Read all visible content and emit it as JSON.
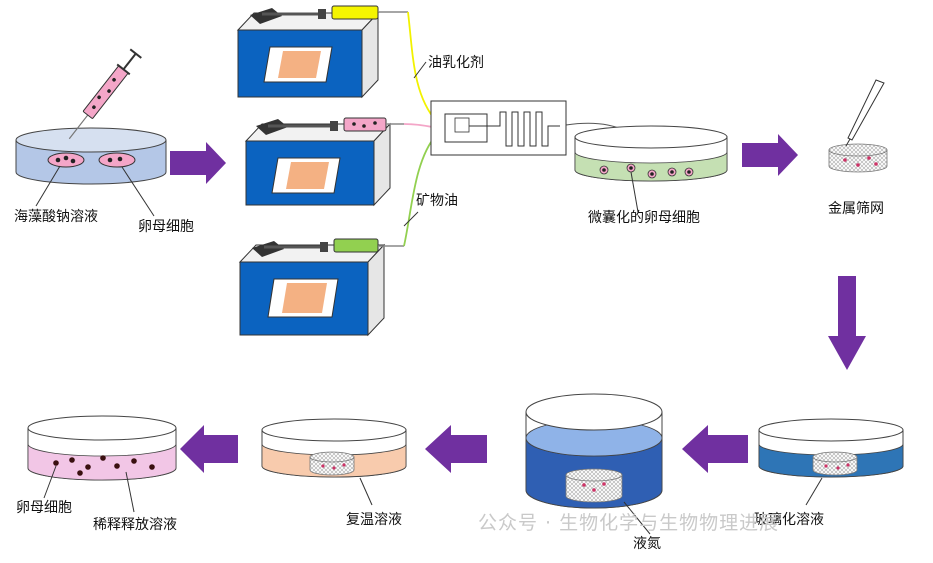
{
  "labels": {
    "sodium_alginate": "海藻酸钠溶液",
    "oocyte_top": "卵母细胞",
    "emulsifier": "油乳化剂",
    "mineral_oil": "矿物油",
    "microencapsulated": "微囊化的卵母细胞",
    "metal_mesh": "金属筛网",
    "vitrification": "玻璃化溶液",
    "liquid_nitrogen": "液氮",
    "warming": "复温溶液",
    "dilution": "稀释释放溶液",
    "oocyte_bottom": "卵母细胞"
  },
  "watermark": "公众号 · 生物化学与生物物理进展",
  "colors": {
    "arrow": "#7030a0",
    "pump_blue": "#0b63c0",
    "pad": "#f4b183",
    "alginate_dish": "#b4c7e7",
    "oil_dish": "#c5e0b3",
    "vitrification_liquid": "#2e75b6",
    "nitrogen_liquid": "#2f5fb3",
    "warming_liquid": "#f8cbad",
    "dilution_liquid": "#f2c6e6",
    "emulsifier_line": "#f2f200",
    "mineral_oil_line": "#92d050",
    "alginate_line": "#f4a6c8"
  }
}
